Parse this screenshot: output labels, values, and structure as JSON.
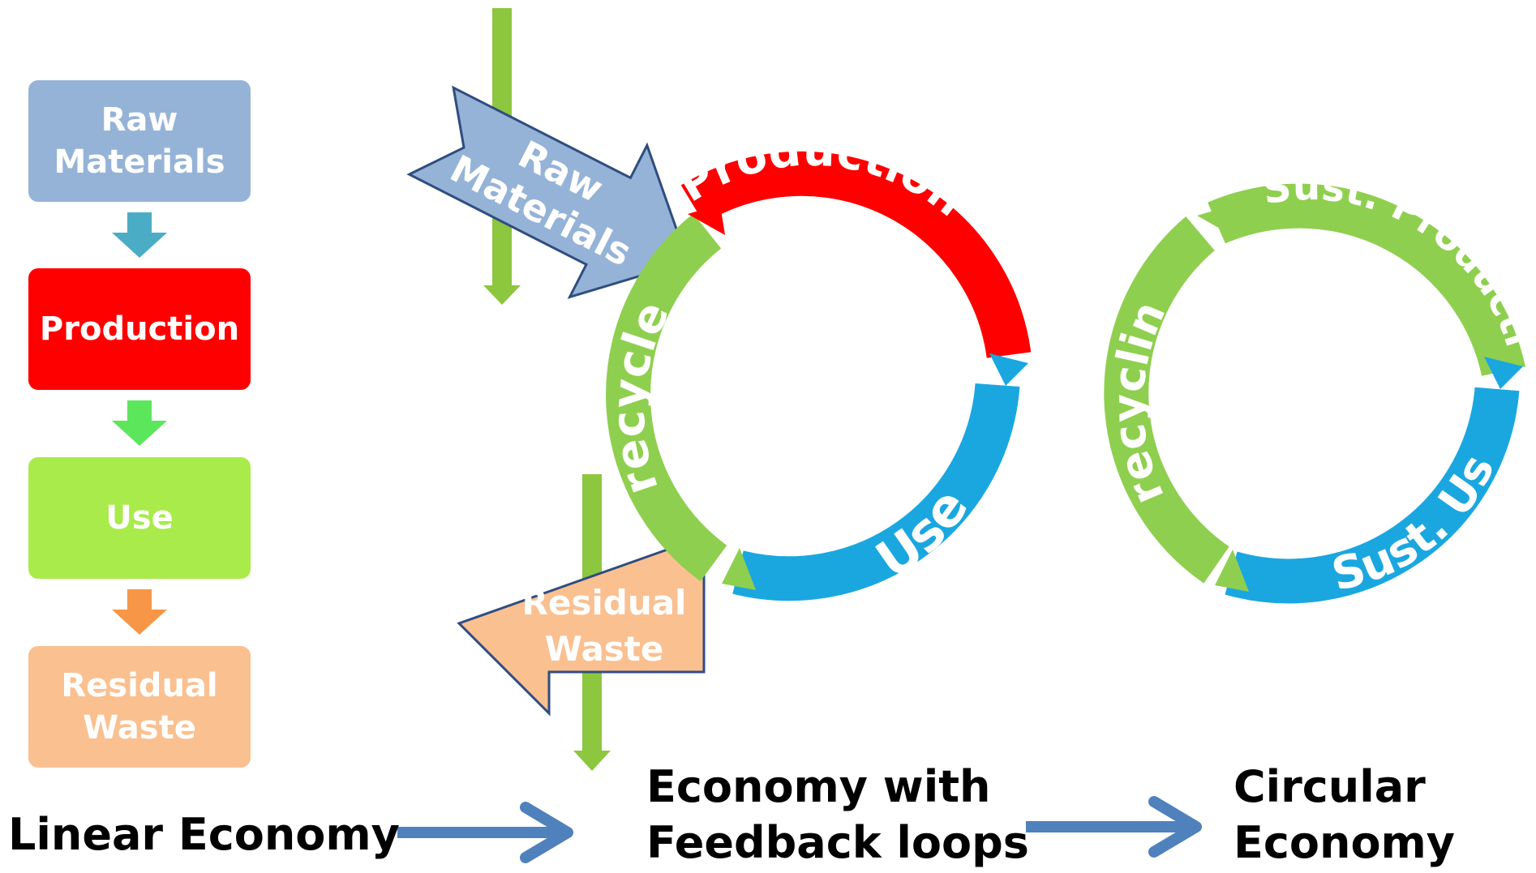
{
  "linear": {
    "steps": [
      {
        "line1": "Raw",
        "line2": "Materials",
        "color": "#95B3D7"
      },
      {
        "line1": "Production",
        "line2": "",
        "color": "#FF0000"
      },
      {
        "line1": "Use",
        "line2": "",
        "color": "#A9EB4A"
      },
      {
        "line1": "Residual",
        "line2": "Waste",
        "color": "#FAC090"
      }
    ],
    "connector_colors": [
      "#4BACC6",
      "#5CE65C",
      "#F79646"
    ],
    "caption": "Linear Economy"
  },
  "feedback": {
    "input_arrow": {
      "line1": "Raw",
      "line2": "Materials",
      "color": "#95B3D7"
    },
    "output_arrow": {
      "line1": "Residual",
      "line2": "Waste",
      "color": "#FAC090"
    },
    "cycle": {
      "production": "Production",
      "use": "Use",
      "recycle": "recycle"
    },
    "caption_line1": "Economy with",
    "caption_line2": "Feedback loops"
  },
  "circular": {
    "cycle": {
      "production": "Sust. Production",
      "use": "Sust. Use",
      "recycle": "recycling"
    },
    "caption_line1": "Circular",
    "caption_line2": "Economy"
  },
  "colors": {
    "production": "#FF0000",
    "use": "#1AA7E0",
    "recycle": "#8FCF4F",
    "flow_arrow": "#8DC63F",
    "transition_arrow": "#4F81BD",
    "outline": "#2F4D7F"
  }
}
